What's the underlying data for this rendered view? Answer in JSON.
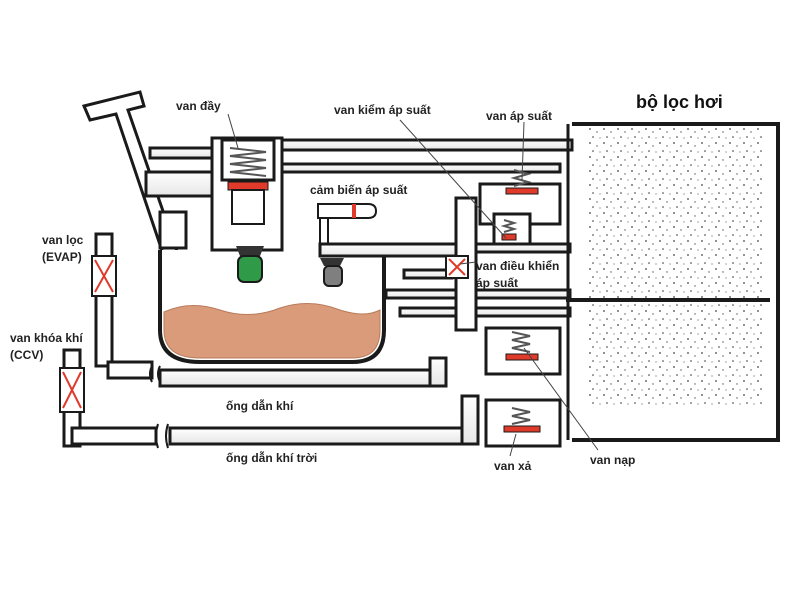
{
  "labels": {
    "filler_valve": "van đầy",
    "pressure_check_valve": "van kiểm áp suất",
    "pressure_valve": "van áp suất",
    "vapor_filter": "bộ lọc hơi",
    "pressure_sensor": "cảm biến áp suất",
    "evap_valve": "van lọc\n(EVAP)",
    "pressure_control_valve": "van điều khiển\náp suất",
    "ccv_valve": "van khóa khí\n(CCV)",
    "air_pipe": "ống dẫn khí",
    "fresh_air_pipe": "ống dẫn khí trời",
    "drain_valve": "van xả",
    "intake_valve": "van nạp"
  },
  "colors": {
    "fuel": "#d99b7a",
    "valve_red": "#e03a2a",
    "green_float": "#2f9a48",
    "gray_float": "#7f7f7f",
    "outline": "#1a1a1a"
  }
}
